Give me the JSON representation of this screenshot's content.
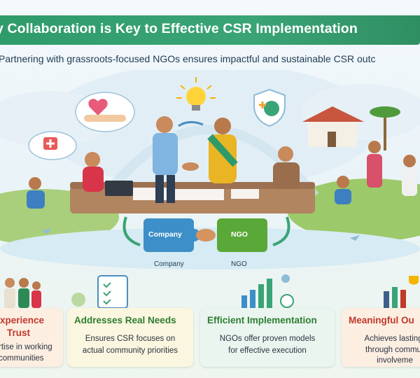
{
  "header": {
    "title": "y Collaboration is Key to Effective CSR Implementation",
    "subtitle": "Partnering with grassroots-focused NGOs ensures impactful and sustainable CSR outc"
  },
  "puzzle": {
    "company_piece": "Company",
    "ngo_piece": "NGO",
    "company_label": "Company",
    "ngo_label": "NGO"
  },
  "cards": [
    {
      "title": "xperience",
      "title2": "Trust",
      "line1": "rtise in working",
      "line2": "communities",
      "accent": "#c0392b"
    },
    {
      "title": "Addresses Real Needs",
      "line1": "Ensures CSR focuses on",
      "line2": "actual community priorities",
      "accent": "#2e7d32"
    },
    {
      "title": "Efficient Implementation",
      "line1": "NGOs offer proven models",
      "line2": "for effective execution",
      "accent": "#2e7d32"
    },
    {
      "title": "Meaningful Ou",
      "line1": "Achieves lasting",
      "line2": "through commu",
      "line3": "involveme",
      "accent": "#c0392b"
    }
  ],
  "colors": {
    "banner": "#3aa476",
    "company_piece": "#3d8fc7",
    "ngo_piece": "#5aa838"
  }
}
